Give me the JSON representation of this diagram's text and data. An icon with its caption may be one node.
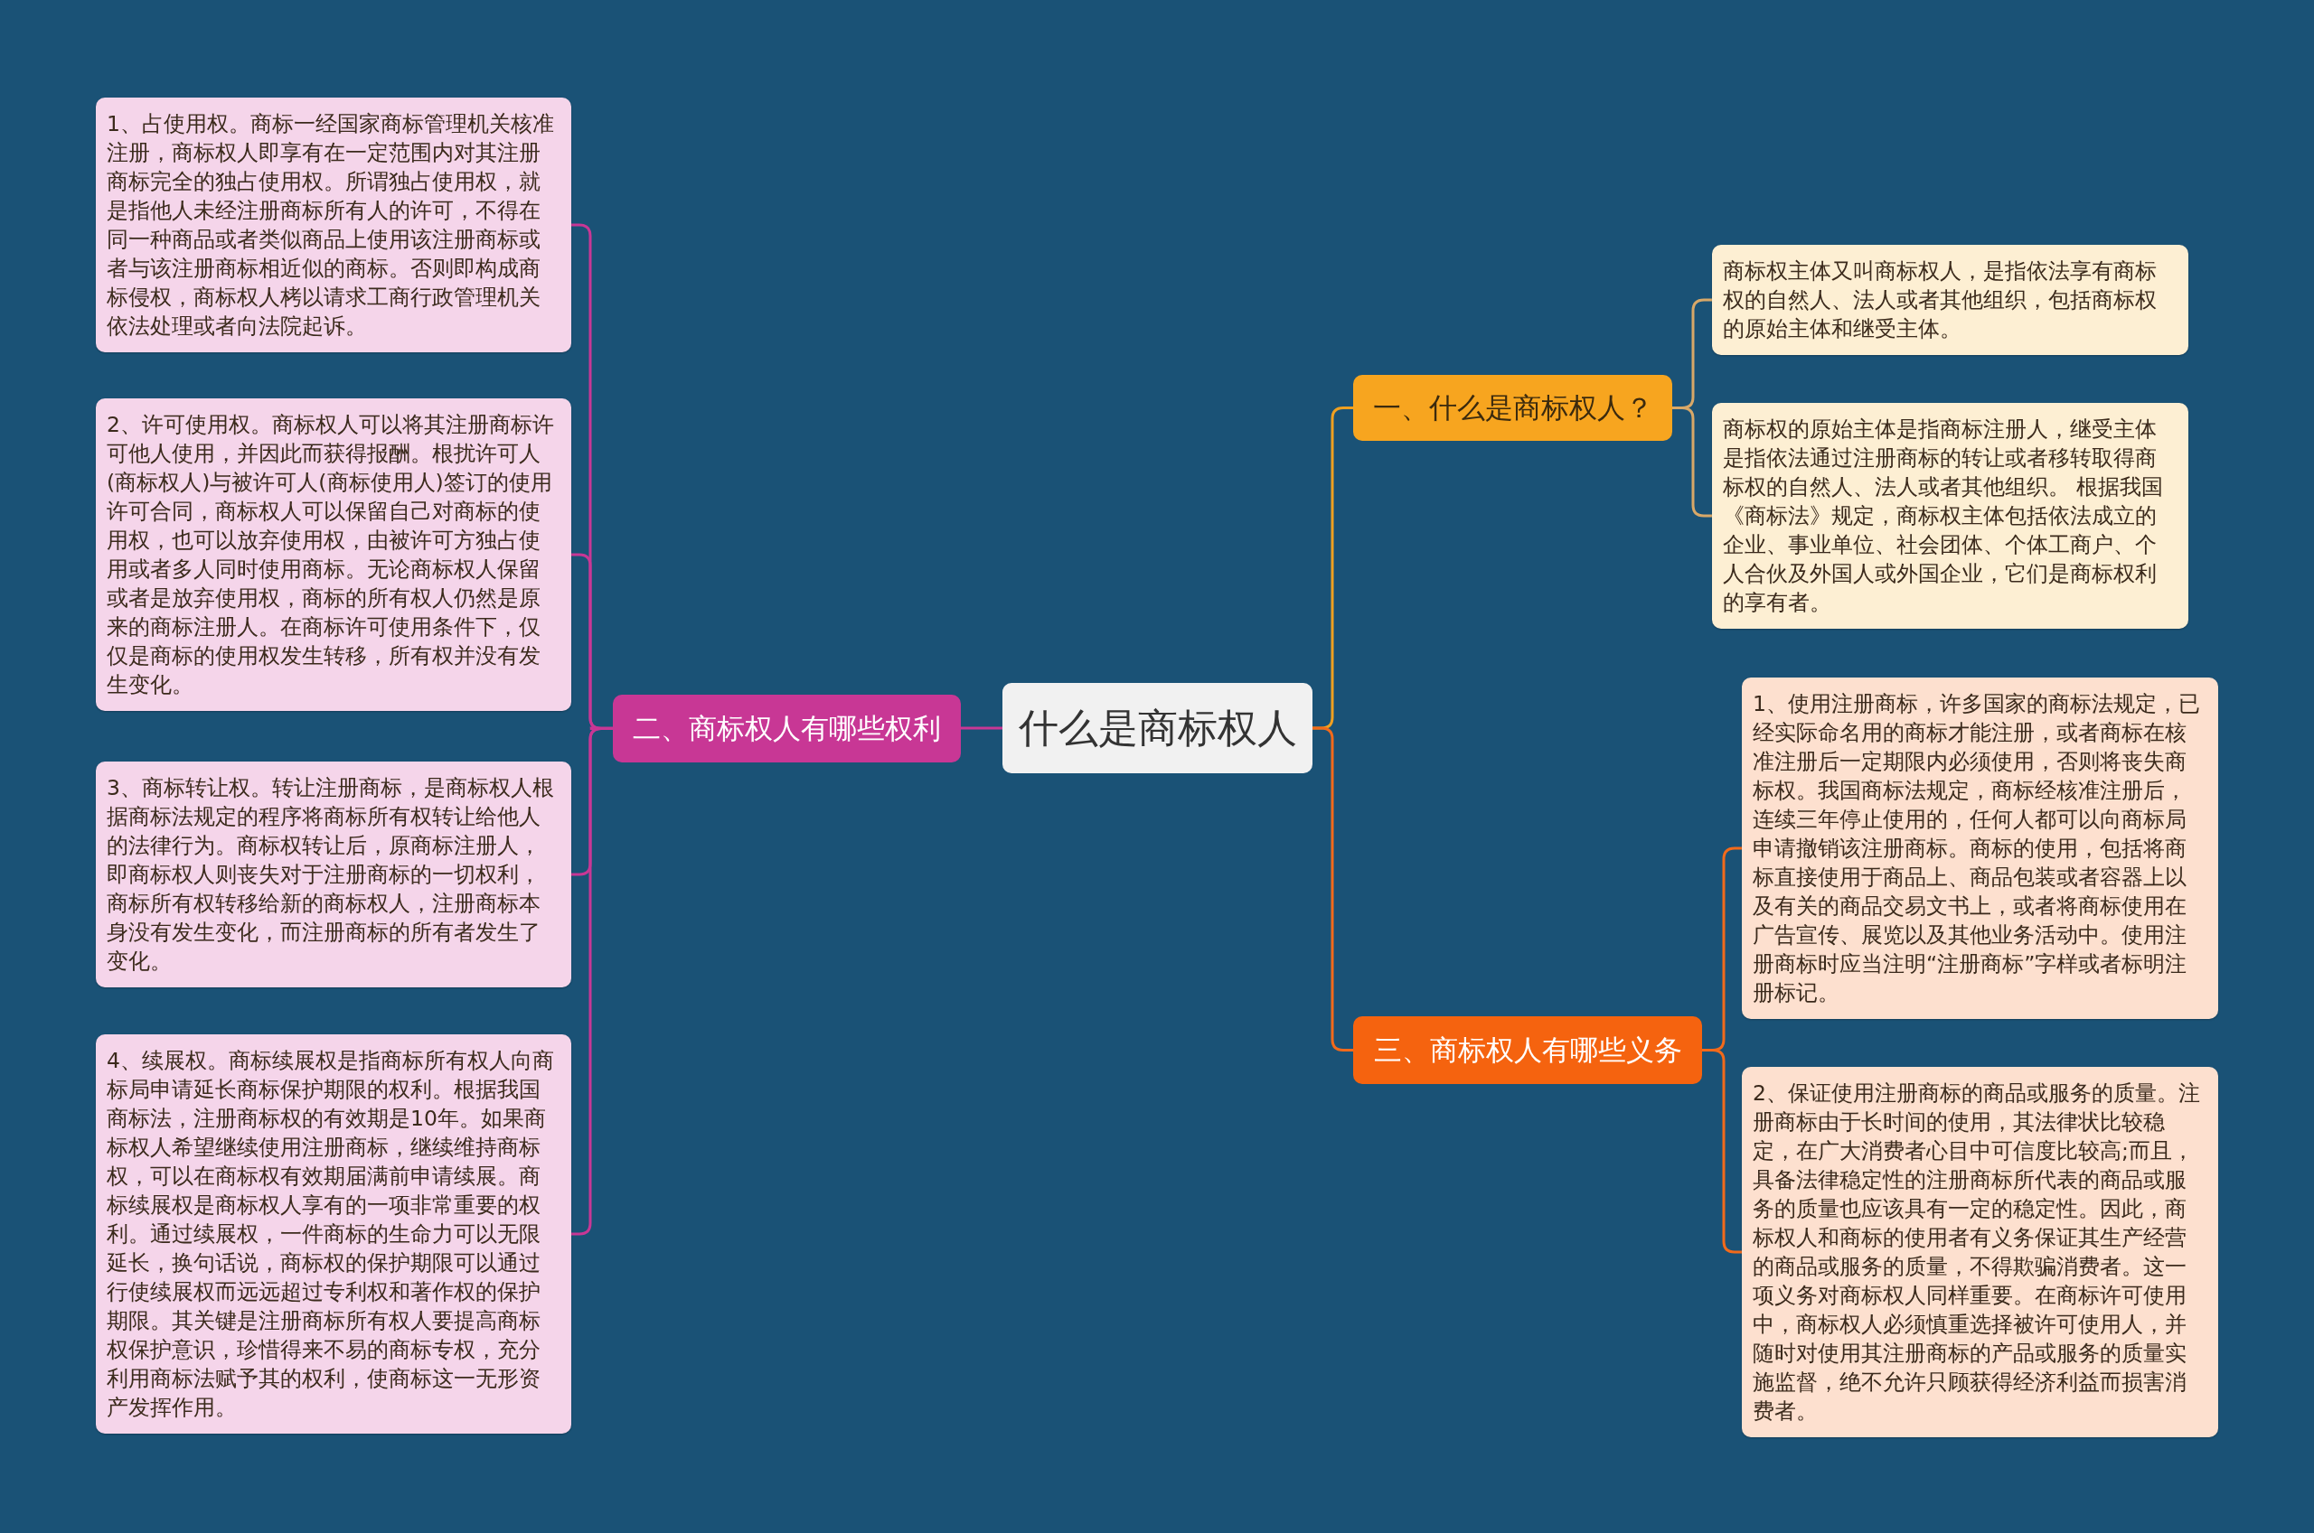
{
  "diagram": {
    "nodes": [
      {
        "text": [
          "什么是商标权人"
        ]
      },
      {
        "text": [
          "一、什么是商标权人？"
        ]
      },
      {
        "text": [
          "商标权主体又叫商标权人，是指依法享有商标权的自然人、法人或者其他组织，包括商标权的原始主体和继受主体。"
        ]
      },
      {
        "text": [
          "商标权的原始主体是指商标注册人，继受主体是指依法通过注册商标的转让或者移转取得商标权的自然人、法人或者其他组织。 根据我国《商标法》规定，商标权主体包括依法成立的企业、事业单位、社会团体、个体工商户、个人合伙及外国人或外国企业，它们是商标权利的享有者。"
        ]
      },
      {
        "text": [
          "二、商标权人有哪些权利"
        ]
      },
      {
        "text": [
          "1、占使用权。商标一经国家商标管理机关核准注册，商标权人即享有在一定范围内对其注册商标完全的独占使用权。所谓独占使用权，就是指他人未经注册商标所有人的许可，不得在同一种商品或者类似商品上使用该注册商标或者与该注册商标相近似的商标。否则即构成商标侵权，商标权人栲以请求工商行政管理机关依法处理或者向法院起诉。"
        ]
      },
      {
        "text": [
          "2、许可使用权。商标权人可以将其注册商标许可他人使用，并因此而获得报酬。根扰许可人(商标权人)与被许可人(商标使用人)签订的使用许可合同，商标权人可以保留自己对商标的使用权，也可以放弃使用权，由被许可方独占使用或者多人同时使用商标。无论商标权人保留或者是放弃使用权，商标的所有权人仍然是原来的商标注册人。在商标许可使用条件下，仅仅是商标的使用权发生转移，所有权并没有发生变化。"
        ]
      },
      {
        "text": [
          "3、商标转让权。转让注册商标，是商标权人根据商标法规定的程序将商标所有权转让给他人的法律行为。商标权转让后，原商标注册人，即商标权人则丧失对于注册商标的一切权利，商标所有权转移给新的商标权人，注册商标本身没有发生变化，而注册商标的所有者发生了变化。"
        ]
      },
      {
        "text": [
          "4、续展权。商标续展权是指商标所有权人向商标局申请延长商标保护期限的权利。根据我国商标法，注册商标权的有效期是10年。如果商标权人希望继续使用注册商标，继续维持商标权，可以在商标权有效期届满前申请续展。商标续展权是商标权人享有的一项非常重要的权利。通过续展权，一件商标的生命力可以无限延长，换句话说，商标权的保护期限可以通过行使续展权而远远超过专利权和著作权的保护期限。其关键是注册商标所有权人要提高商标权保护意识，珍惜得来不易的商标专权，充分利用商标法赋予其的权利，使商标这一无形资产发挥作用。"
        ]
      },
      {
        "text": [
          "三、商标权人有哪些义务"
        ]
      },
      {
        "text": [
          "1、使用注册商标，许多国家的商标法规定，已经实际命名用的商标才能注册，或者商标在核准注册后一定期限内必须使用，否则将丧失商标权。我国商标法规定，商标经核准注册后，连续三年停止使用的，任何人都可以向商标局申请撤销该注册商标。商标的使用，包括将商标直接使用于商品上、商品包装或者容器上以及有关的商品交易文书上，或者将商标使用在广告宣传、展览以及其他业务活动中。使用注册商标时应当注明“注册商标”字样或者标明注册标记。"
        ]
      },
      {
        "text": [
          "2、保证使用注册商标的商品或服务的质量。注册商标由于长时间的使用，其法律状比较稳定，在广大消费者心目中可信度比较高;而且，具备法律稳定性的注册商标所代表的商品或服务的质量也应该具有一定的稳定性。因此，商标权人和商标的使用者有义务保证其生产经营的商品或服务的质量，不得欺骗消费者。这一项义务对商标权人同样重要。在商标许可使用中，商标权人必须慎重选择被许可使用人，并随时对使用其注册商标的产品或服务的质量实施监督，绝不允许只顾获得经济利益而损害消费者。"
        ]
      }
    ],
    "edges": [
      {
        "from": 0,
        "to": 1,
        "arrow": "none",
        "color": "#f0a020"
      },
      {
        "from": 1,
        "to": 2,
        "arrow": "none",
        "color": "#d8a868"
      },
      {
        "from": 1,
        "to": 3,
        "arrow": "none",
        "color": "#d8a868"
      },
      {
        "from": 0,
        "to": 4,
        "arrow": "none"
      },
      {
        "from": 4,
        "to": 5,
        "arrow": "none"
      },
      {
        "from": 4,
        "to": 6,
        "arrow": "none"
      },
      {
        "from": 4,
        "to": 7,
        "arrow": "none"
      },
      {
        "from": 4,
        "to": 8,
        "arrow": "none"
      },
      {
        "from": 0,
        "to": 9,
        "arrow": "none",
        "color": "#f26a1b"
      },
      {
        "from": 9,
        "to": 10,
        "arrow": "none",
        "color": "#f26a1b"
      },
      {
        "from": 9,
        "to": 11,
        "arrow": "none",
        "color": "#f26a1b"
      }
    ]
  }
}
